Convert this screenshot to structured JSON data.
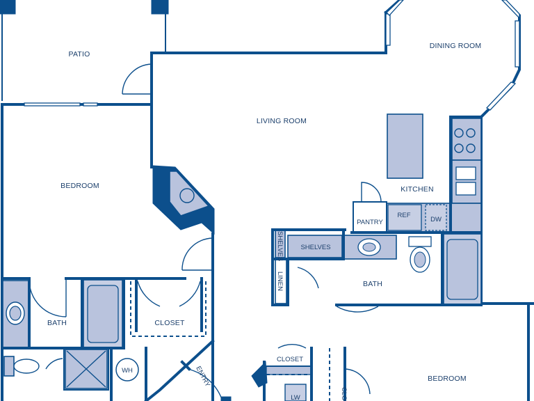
{
  "rooms": {
    "patio": "PATIO",
    "dining_room": "DINING ROOM",
    "living_room": "LIVING ROOM",
    "bedroom_1": "BEDROOM",
    "kitchen": "KITCHEN",
    "pantry": "PANTRY",
    "ref": "REF",
    "dw": "DW",
    "shelves_tall": "SHELVES",
    "shelves": "SHELVES",
    "linen": "LINEN",
    "bath_1": "BATH",
    "bath_2": "BATH",
    "closet_1": "CLOSET",
    "closet_2": "CLOSET",
    "closet_3": "CLO",
    "wh": "WH",
    "entry": "ENTRY",
    "wd": "LW",
    "bedroom_2": "BEDROOM"
  },
  "colors": {
    "wall": "#0c4f8c",
    "fixture": "#b9c3dd",
    "label": "#1b3f6b"
  }
}
